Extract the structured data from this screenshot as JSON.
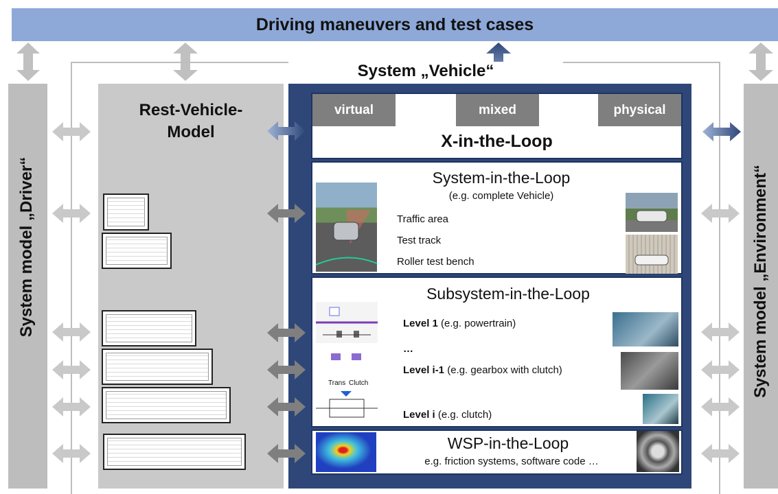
{
  "banner": {
    "title": "Driving maneuvers and test cases"
  },
  "system_vehicle": {
    "title": "System „Vehicle“"
  },
  "driver_model": {
    "label": "System model „Driver“"
  },
  "environment_model": {
    "label": "System model „Environment“"
  },
  "rest_vehicle": {
    "title_line1": "Rest-Vehicle-",
    "title_line2": "Model"
  },
  "xil": {
    "title": "X-in-the-Loop",
    "modes": [
      "virtual",
      "mixed",
      "physical"
    ]
  },
  "sil": {
    "title": "System-in-the-Loop",
    "subtitle": "(e.g. complete Vehicle)",
    "items": [
      "Traffic area",
      "Test track",
      "Roller test bench"
    ]
  },
  "subsil": {
    "title": "Subsystem-in-the-Loop",
    "levels": [
      {
        "bold": "Level 1",
        "rest": " (e.g. powertrain)"
      },
      {
        "bold": "…",
        "rest": ""
      },
      {
        "bold": "Level i-1",
        "rest": " (e.g. gearbox with clutch)"
      },
      {
        "bold": "Level i",
        "rest": " (e.g. clutch)"
      }
    ],
    "diagram_labels": {
      "trans": "Trans",
      "clutch": "Clutch"
    }
  },
  "wsp": {
    "title": "WSP-in-the-Loop",
    "subtitle": "e.g. friction systems, software code …"
  },
  "colors": {
    "banner": "#8ea9d8",
    "blue_panel": "#2f4778",
    "gray": "#bdbdbd",
    "mode_box": "#7f7f7f"
  }
}
